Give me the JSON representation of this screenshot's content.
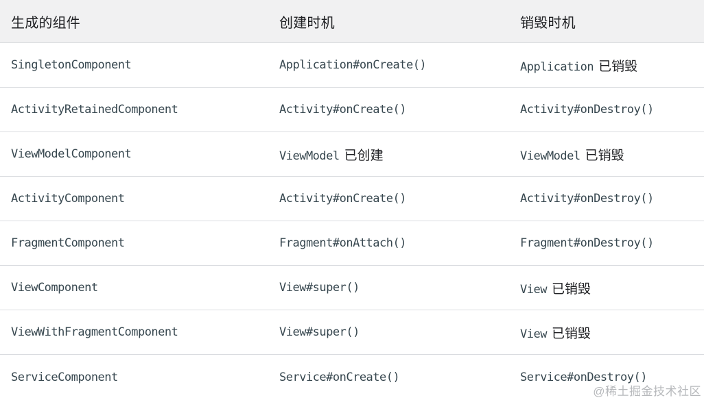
{
  "table": {
    "headers": [
      "生成的组件",
      "创建时机",
      "销毁时机"
    ],
    "rows": [
      {
        "component": "SingletonComponent",
        "created": {
          "code": "Application#onCreate()",
          "plain": ""
        },
        "destroyed": {
          "code": "Application",
          "plain": "已销毁"
        }
      },
      {
        "component": "ActivityRetainedComponent",
        "created": {
          "code": "Activity#onCreate()",
          "plain": ""
        },
        "destroyed": {
          "code": "Activity#onDestroy()",
          "plain": ""
        }
      },
      {
        "component": "ViewModelComponent",
        "created": {
          "code": "ViewModel",
          "plain": "已创建"
        },
        "destroyed": {
          "code": "ViewModel",
          "plain": "已销毁"
        }
      },
      {
        "component": "ActivityComponent",
        "created": {
          "code": "Activity#onCreate()",
          "plain": ""
        },
        "destroyed": {
          "code": "Activity#onDestroy()",
          "plain": ""
        }
      },
      {
        "component": "FragmentComponent",
        "created": {
          "code": "Fragment#onAttach()",
          "plain": ""
        },
        "destroyed": {
          "code": "Fragment#onDestroy()",
          "plain": ""
        }
      },
      {
        "component": "ViewComponent",
        "created": {
          "code": "View#super()",
          "plain": ""
        },
        "destroyed": {
          "code": "View",
          "plain": "已销毁"
        }
      },
      {
        "component": "ViewWithFragmentComponent",
        "created": {
          "code": "View#super()",
          "plain": ""
        },
        "destroyed": {
          "code": "View",
          "plain": "已销毁"
        }
      },
      {
        "component": "ServiceComponent",
        "created": {
          "code": "Service#onCreate()",
          "plain": ""
        },
        "destroyed": {
          "code": "Service#onDestroy()",
          "plain": ""
        }
      }
    ]
  },
  "watermark": "@稀土掘金技术社区",
  "colors": {
    "header_bg": "#f1f1f2",
    "divider": "#dadce0",
    "code_text": "#37474f",
    "text": "#202124",
    "watermark": "#b7b9bc"
  }
}
